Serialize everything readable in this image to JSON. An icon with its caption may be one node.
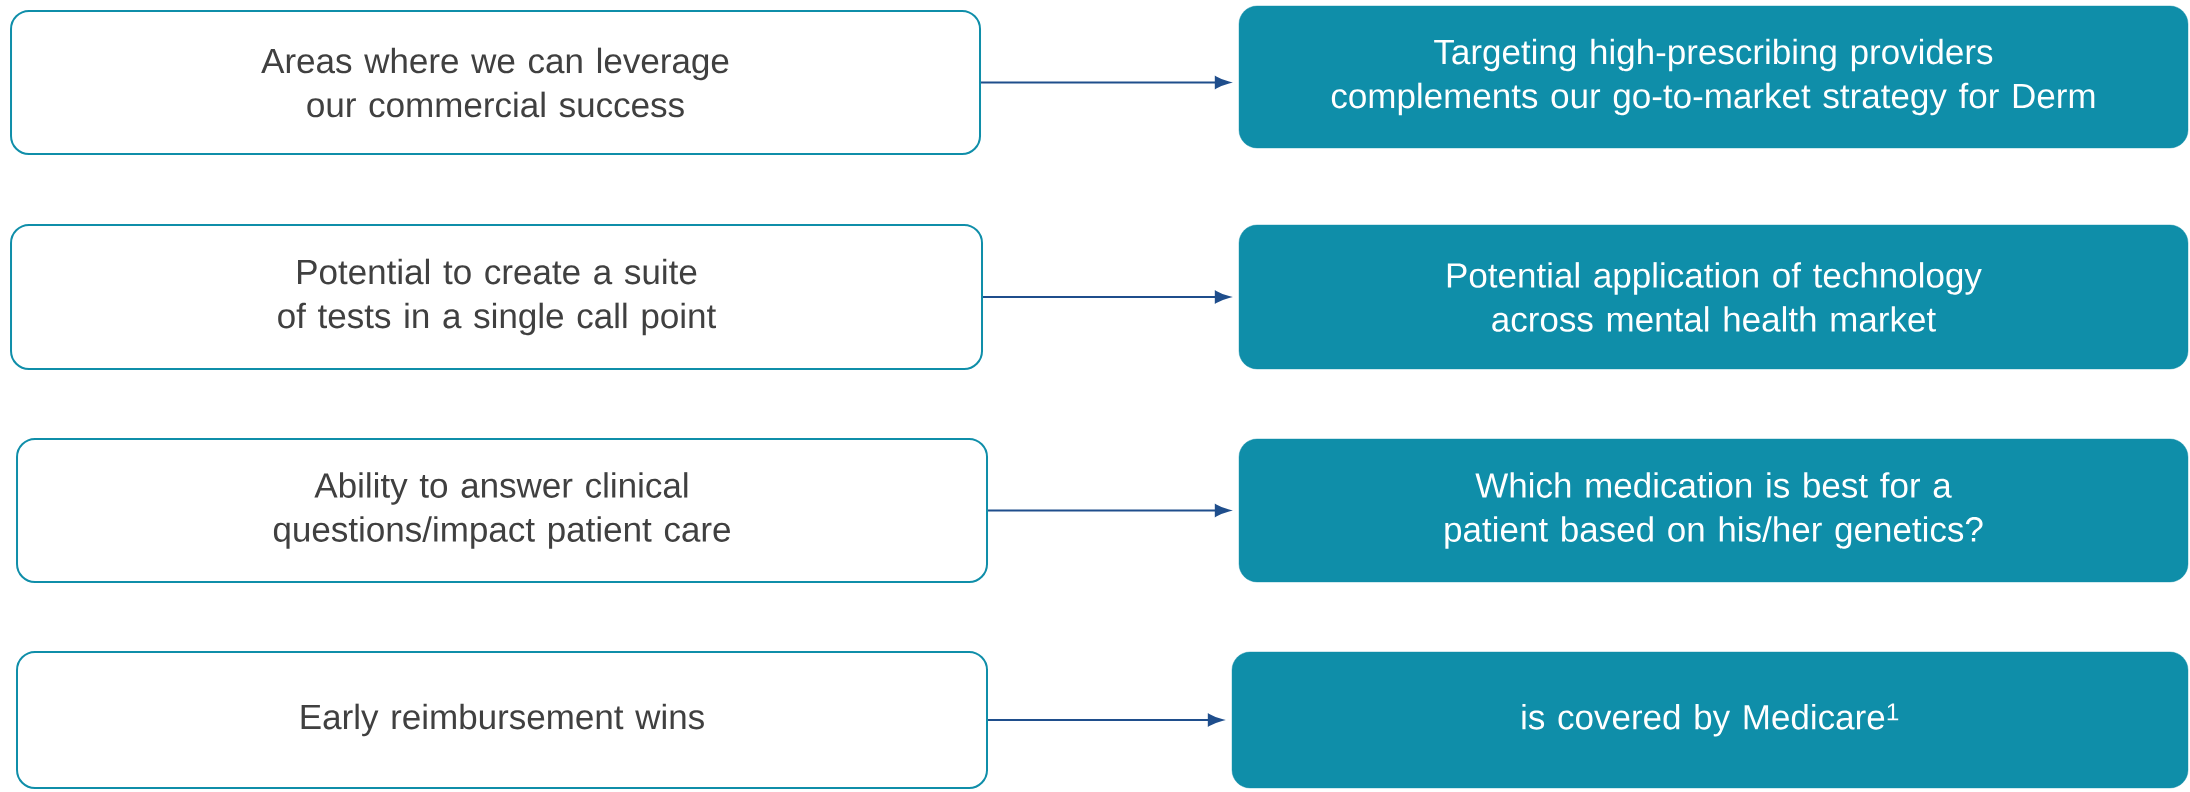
{
  "diagram": {
    "nodes": [
      {
        "text": [
          "Areas where we can leverage our commercial success"
        ]
      },
      {
        "text": [
          "Targeting high-prescribing providers complements our go-to-market strategy for Derm"
        ]
      },
      {
        "text": [
          "Potential to create a suite of tests in a single call point"
        ]
      },
      {
        "text": [
          "Potential application of technology across mental health market"
        ]
      },
      {
        "text": [
          "Ability to answer clinical questions/impact patient care"
        ]
      },
      {
        "text": [
          "Which medication is best for a patient based on his/her genetics?"
        ]
      },
      {
        "text": [
          "Early reimbursement wins"
        ]
      },
      {
        "text": [
          "is covered by Medicare$^{1}$"
        ]
      }
    ],
    "edges": [
      {
        "from": 0,
        "to": 1,
        "arrow": "to"
      },
      {
        "from": 2,
        "to": 3,
        "arrow": "to"
      },
      {
        "from": 4,
        "to": 5,
        "arrow": "to"
      },
      {
        "from": 6,
        "to": 7,
        "arrow": "to"
      }
    ]
  }
}
